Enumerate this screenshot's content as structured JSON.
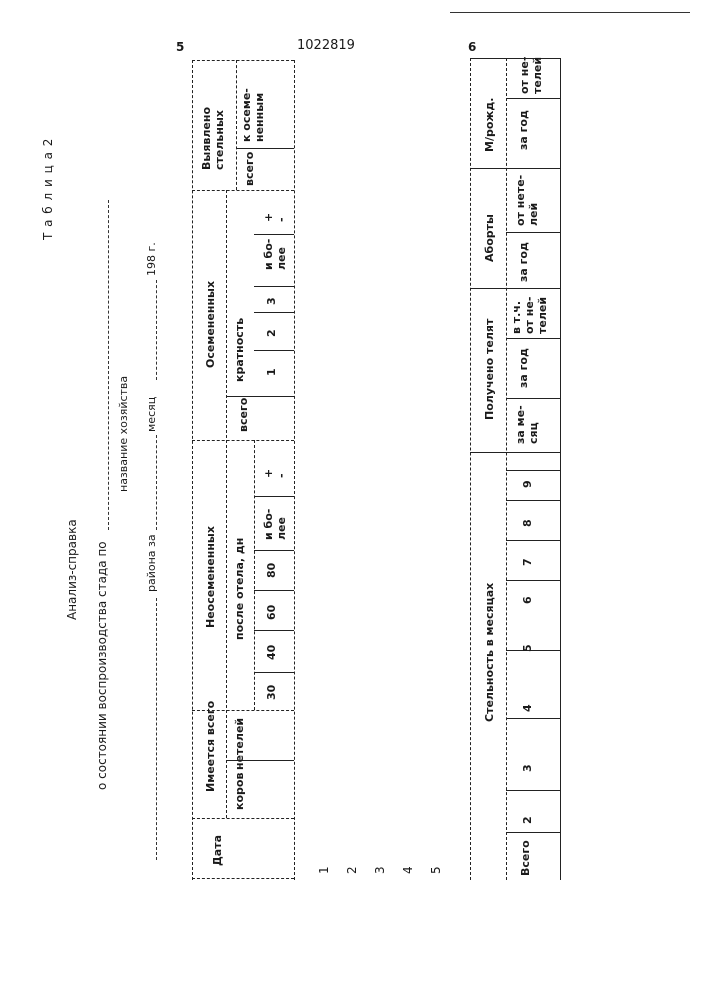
{
  "page": {
    "patent_number": "1022819",
    "left_page_number": "5",
    "right_page_number": "6",
    "table_label": "Т а б л и ц а  2"
  },
  "form": {
    "title": "Анализ-справка",
    "subtitle": "о состоянии воспроизводства стада по",
    "farm_name_label": "название хозяйства",
    "district_label": "района за",
    "month_label": "месяц",
    "year_label": "198   г."
  },
  "table_top": {
    "date": "Дата",
    "available_total": "Имеется всего",
    "cows": "коров",
    "heifers": "нетелей",
    "not_inseminated": "Неосемененных",
    "after_calving": "после отела, дн",
    "days": [
      "30",
      "40",
      "60",
      "80"
    ],
    "more": "и бо-\nлее",
    "plus_minus": "+\n-",
    "inseminated": "Осемененных",
    "total": "всего",
    "multiplicity": "кратность",
    "mult_values": [
      "1",
      "2",
      "3"
    ],
    "detected_pregnant": "Выявлено стельных",
    "to_inseminated": "к осеме-\nненным"
  },
  "row_numbers": [
    "1",
    "2",
    "3",
    "4",
    "5"
  ],
  "table_bottom": {
    "pregnancy_months": "Стельность в месяцах",
    "total": "Всего",
    "months": [
      "2",
      "3",
      "4",
      "5",
      "6",
      "7",
      "8",
      "9"
    ],
    "calves_received": "Получено телят",
    "per_month": "за ме-\nсяц",
    "per_year": "за год",
    "incl_heifers": "в т.ч.\nот не-\nтелей",
    "abortions": "Аборты",
    "from_heifers": "от нете-\nлей",
    "stillborn": "М/рожд.",
    "from_heifers_2": "от не-\nтелей"
  }
}
